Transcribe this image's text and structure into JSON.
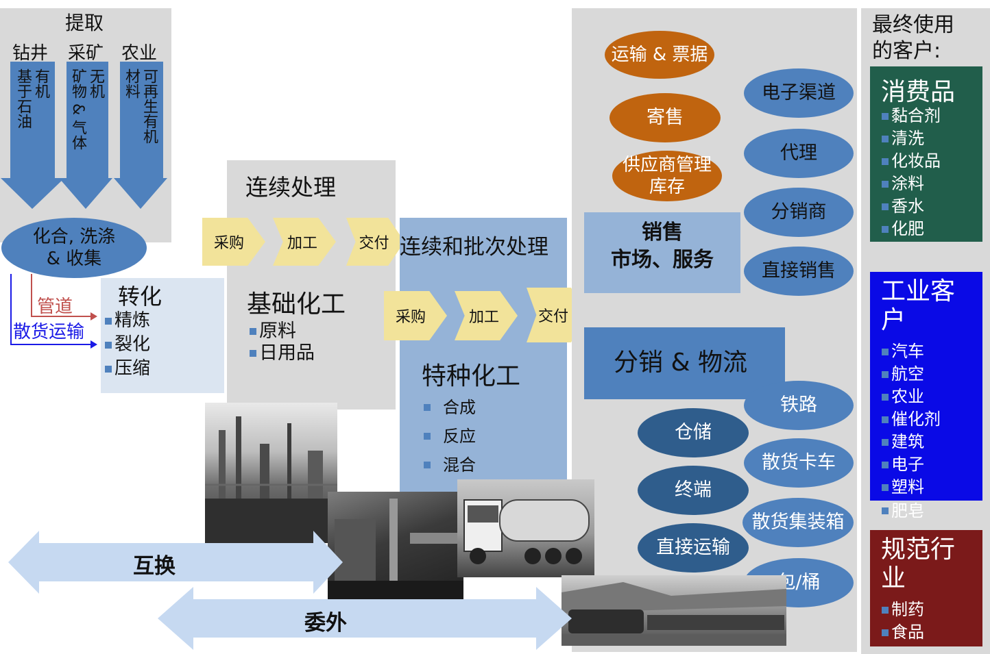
{
  "extraction": {
    "title": "提取",
    "columns": [
      {
        "header": "钻井",
        "arrow_text": "有机\n基于石油"
      },
      {
        "header": "采矿",
        "arrow_text": "无机\n矿物 & 气体"
      },
      {
        "header": "农业",
        "arrow_text": "可再生有机\n材料"
      }
    ],
    "combine_label": "化合, 洗涤\n& 收集"
  },
  "transport": {
    "pipeline": "管道",
    "bulk": "散货运输"
  },
  "conversion": {
    "title": "转化",
    "items": [
      "精炼",
      "裂化",
      "压缩"
    ]
  },
  "continuous": {
    "title": "连续处理",
    "steps": [
      "采购",
      "加工",
      "交付"
    ],
    "subtitle": "基础化工",
    "items": [
      "原料",
      "日用品"
    ]
  },
  "batch": {
    "title": "连续和批次处理",
    "steps": [
      "采购",
      "加工",
      "交付"
    ],
    "subtitle": "特种化工",
    "items": [
      "合成",
      "反应",
      "混合"
    ]
  },
  "sales": {
    "title": "销售\n市场、服务",
    "orange": [
      "运输 & 票据",
      "寄售",
      "供应商管理\n库存"
    ],
    "channels": [
      "电子渠道",
      "代理",
      "分销商",
      "直接销售"
    ]
  },
  "logistics": {
    "title": "分销 & 物流",
    "left": [
      "仓储",
      "终端",
      "直接运输"
    ],
    "right": [
      "铁路",
      "散货卡车",
      "散货集装箱",
      "包/桶"
    ]
  },
  "bottom_arrows": {
    "swap": "互换",
    "outsource": "委外"
  },
  "customers": {
    "heading": "最终使用\n的客户:",
    "groups": [
      {
        "title": "消费品",
        "color": "#215e4b",
        "items": [
          "黏合剂",
          "清洗",
          "化妆品",
          "涂料",
          "香水",
          "化肥"
        ]
      },
      {
        "title": "工业客户",
        "color": "#0a0ae6",
        "items": [
          "汽车",
          "航空",
          "农业",
          "催化剂",
          "建筑",
          "电子",
          "塑料",
          "肥皂"
        ]
      },
      {
        "title": "规范行业",
        "color": "#7b1a1a",
        "items": [
          "制药",
          "食品"
        ]
      }
    ]
  },
  "colors": {
    "gray": "#d9d9d9",
    "light_blue": "#dbe5f1",
    "mid_blue": "#95b3d7",
    "steel": "#4f81bd",
    "chevron": "#f2e39a"
  }
}
